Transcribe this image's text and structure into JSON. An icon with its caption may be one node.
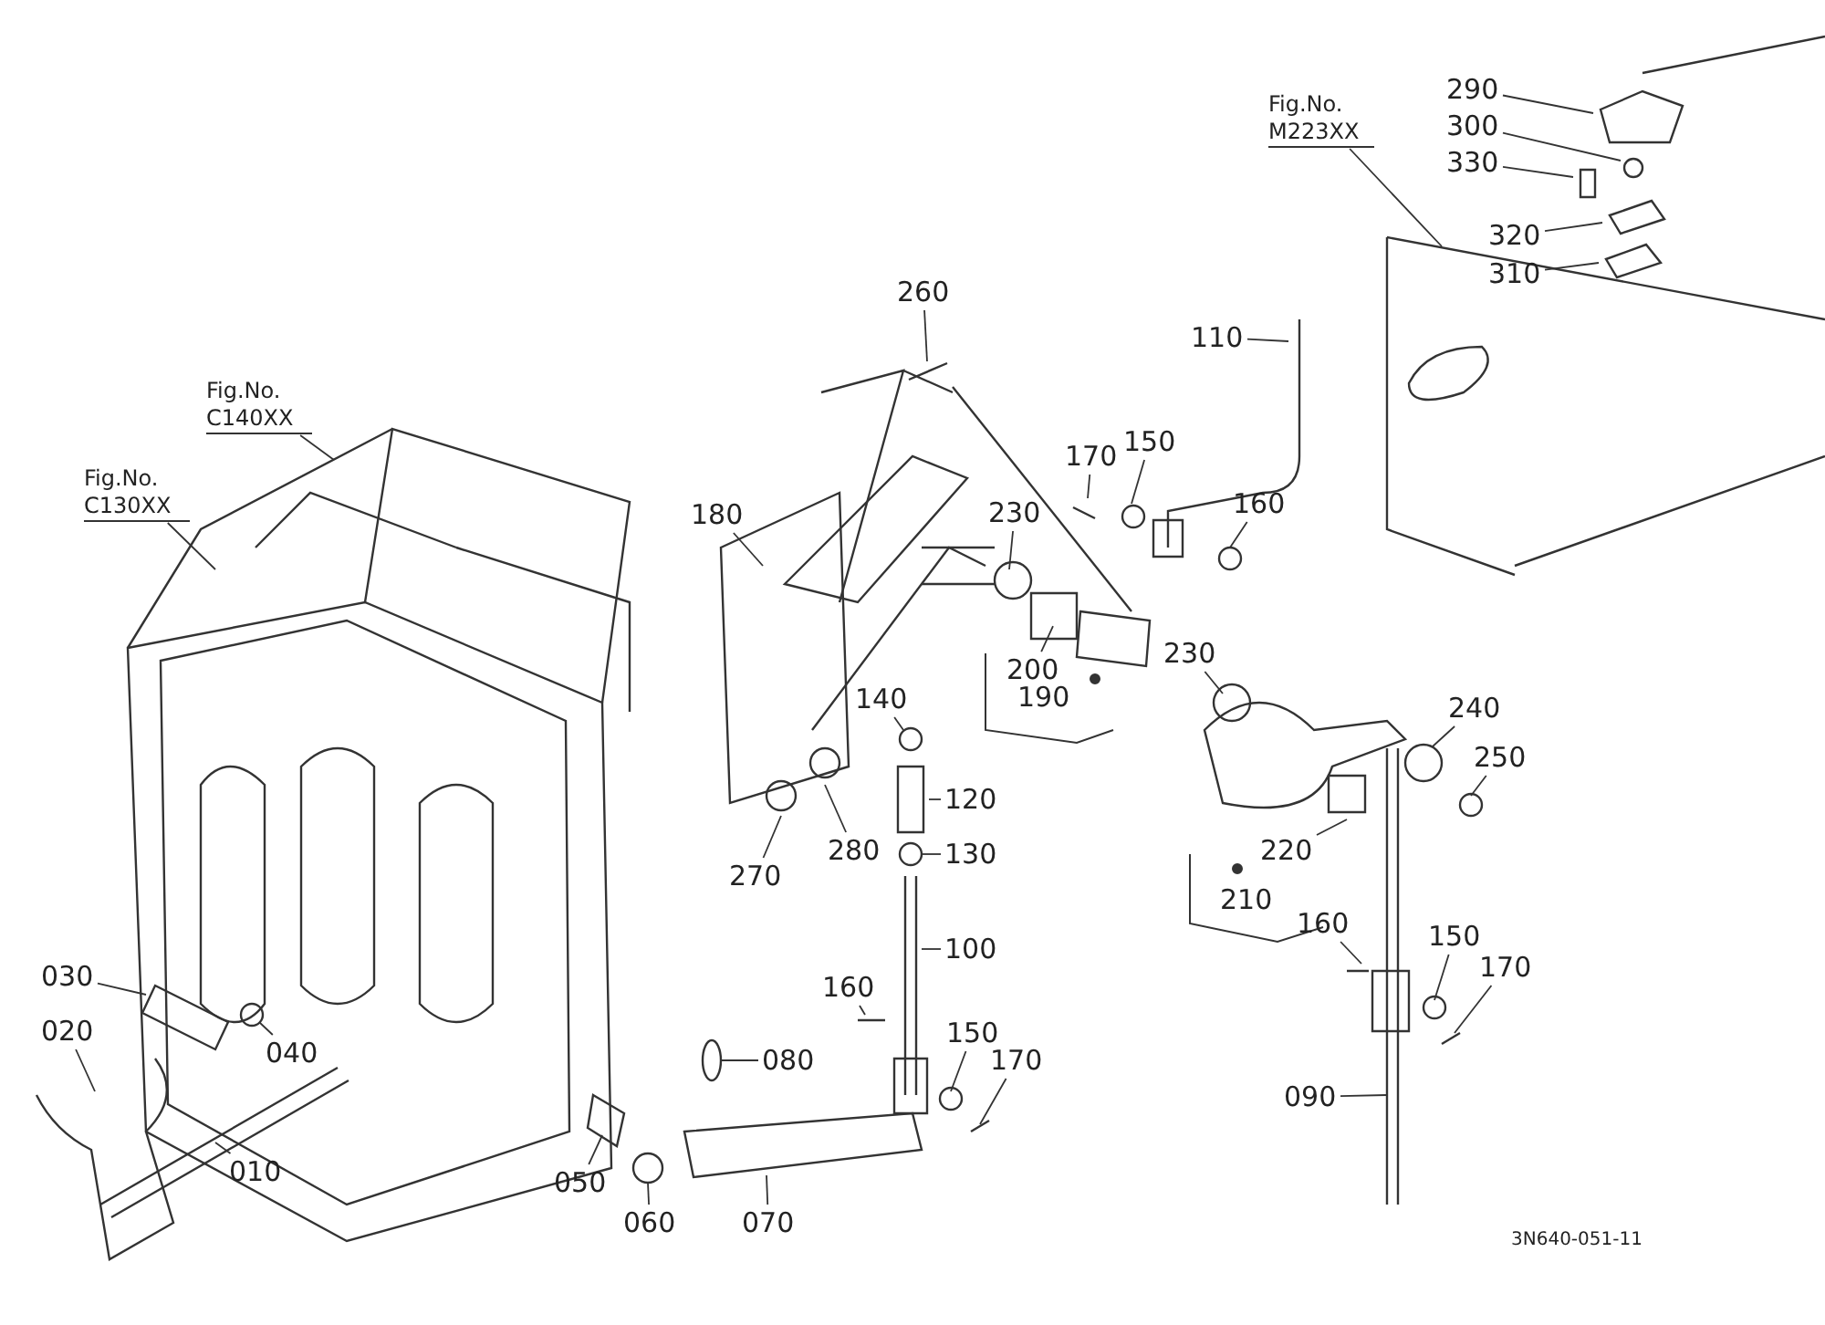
{
  "diagram": {
    "nodes": [
      {
        "text": [
          "Fig.No. M223XX"
        ]
      },
      {
        "text": [
          "290"
        ]
      },
      {
        "text": [
          "300"
        ]
      },
      {
        "text": [
          "330"
        ]
      },
      {
        "text": [
          "320"
        ]
      },
      {
        "text": [
          "310"
        ]
      },
      {
        "text": [
          "260"
        ]
      },
      {
        "text": [
          "110"
        ]
      },
      {
        "text": [
          "Fig.No. C140XX"
        ]
      },
      {
        "text": [
          "Fig.No. C130XX"
        ]
      },
      {
        "text": [
          "170"
        ]
      },
      {
        "text": [
          "150"
        ]
      },
      {
        "text": [
          "180"
        ]
      },
      {
        "text": [
          "230"
        ]
      },
      {
        "text": [
          "160"
        ]
      },
      {
        "text": [
          "200"
        ]
      },
      {
        "text": [
          "230"
        ]
      },
      {
        "text": [
          "190"
        ]
      },
      {
        "text": [
          "140"
        ]
      },
      {
        "text": [
          "120"
        ]
      },
      {
        "text": [
          "130"
        ]
      },
      {
        "text": [
          "270"
        ]
      },
      {
        "text": [
          "280"
        ]
      },
      {
        "text": [
          "240"
        ]
      },
      {
        "text": [
          "250"
        ]
      },
      {
        "text": [
          "220"
        ]
      },
      {
        "text": [
          "210"
        ]
      },
      {
        "text": [
          "100"
        ]
      },
      {
        "text": [
          "030"
        ]
      },
      {
        "text": [
          "020"
        ]
      },
      {
        "text": [
          "040"
        ]
      },
      {
        "text": [
          "080"
        ]
      },
      {
        "text": [
          "160"
        ]
      },
      {
        "text": [
          "150"
        ]
      },
      {
        "text": [
          "170"
        ]
      },
      {
        "text": [
          "160"
        ]
      },
      {
        "text": [
          "150"
        ]
      },
      {
        "text": [
          "170"
        ]
      },
      {
        "text": [
          "090"
        ]
      },
      {
        "text": [
          "010"
        ]
      },
      {
        "text": [
          "050"
        ]
      },
      {
        "text": [
          "060"
        ]
      },
      {
        "text": [
          "070"
        ]
      }
    ],
    "edges": [
      {
        "from": 0,
        "to": null,
        "arrow": "none"
      },
      {
        "from": 1,
        "to": null,
        "arrow": "none"
      },
      {
        "from": 2,
        "to": null,
        "arrow": "none"
      },
      {
        "from": 3,
        "to": null,
        "arrow": "none"
      },
      {
        "from": 4,
        "to": null,
        "arrow": "none"
      },
      {
        "from": 5,
        "to": null,
        "arrow": "none"
      },
      {
        "from": 6,
        "to": null,
        "arrow": "none"
      },
      {
        "from": 7,
        "to": null,
        "arrow": "none"
      },
      {
        "from": 8,
        "to": null,
        "arrow": "none"
      },
      {
        "from": 9,
        "to": null,
        "arrow": "none"
      },
      {
        "from": 10,
        "to": null,
        "arrow": "none"
      },
      {
        "from": 11,
        "to": null,
        "arrow": "none"
      },
      {
        "from": 12,
        "to": null,
        "arrow": "none"
      },
      {
        "from": 13,
        "to": null,
        "arrow": "none"
      },
      {
        "from": 14,
        "to": null,
        "arrow": "none"
      },
      {
        "from": 15,
        "to": null,
        "arrow": "none"
      },
      {
        "from": 16,
        "to": null,
        "arrow": "none"
      },
      {
        "from": 18,
        "to": null,
        "arrow": "none"
      },
      {
        "from": 19,
        "to": null,
        "arrow": "none"
      },
      {
        "from": 20,
        "to": null,
        "arrow": "none"
      },
      {
        "from": 21,
        "to": null,
        "arrow": "none"
      },
      {
        "from": 22,
        "to": null,
        "arrow": "none"
      },
      {
        "from": 23,
        "to": null,
        "arrow": "none"
      },
      {
        "from": 24,
        "to": null,
        "arrow": "none"
      },
      {
        "from": 25,
        "to": null,
        "arrow": "none"
      },
      {
        "from": 27,
        "to": null,
        "arrow": "none"
      },
      {
        "from": 28,
        "to": null,
        "arrow": "none"
      },
      {
        "from": 29,
        "to": null,
        "arrow": "none"
      },
      {
        "from": 30,
        "to": null,
        "arrow": "none"
      },
      {
        "from": 31,
        "to": null,
        "arrow": "none"
      },
      {
        "from": 32,
        "to": null,
        "arrow": "none"
      },
      {
        "from": 33,
        "to": null,
        "arrow": "none"
      },
      {
        "from": 34,
        "to": null,
        "arrow": "none"
      },
      {
        "from": 35,
        "to": null,
        "arrow": "none"
      },
      {
        "from": 36,
        "to": null,
        "arrow": "none"
      },
      {
        "from": 37,
        "to": null,
        "arrow": "none"
      },
      {
        "from": 38,
        "to": null,
        "arrow": "none"
      },
      {
        "from": 39,
        "to": null,
        "arrow": "none"
      },
      {
        "from": 40,
        "to": null,
        "arrow": "none"
      },
      {
        "from": 41,
        "to": null,
        "arrow": "none"
      },
      {
        "from": 42,
        "to": null,
        "arrow": "none"
      }
    ],
    "labels": [
      "3N640-051-11"
    ]
  }
}
